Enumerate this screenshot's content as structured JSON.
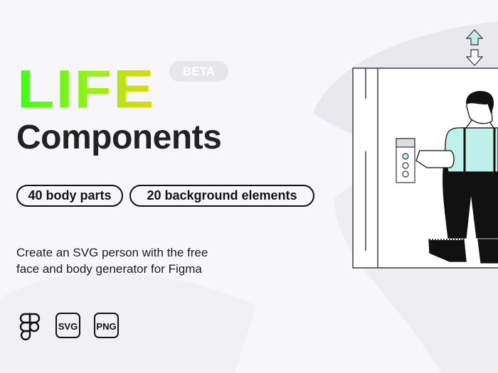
{
  "hero": {
    "title": "LIFE",
    "badge": "BETA",
    "subtitle": "Components"
  },
  "features": [
    {
      "label": "40 body parts"
    },
    {
      "label": "20 background elements"
    }
  ],
  "description": {
    "line1": "Create an SVG person with the free",
    "line2": "face and body generator for Figma"
  },
  "formats": {
    "figma_icon": "figma-logo",
    "items": [
      "SVG",
      "PNG"
    ]
  },
  "colors": {
    "gradient_start": "#3cff14",
    "gradient_end": "#e3d40e",
    "accent_mint": "#bff0ea",
    "text": "#222222"
  }
}
